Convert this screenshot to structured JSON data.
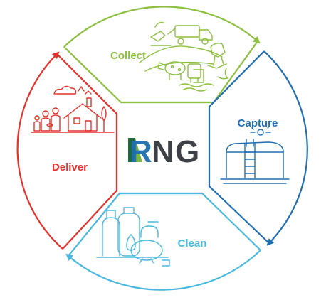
{
  "logo": {
    "letter_1": "R",
    "letter_2": "N",
    "letter_3": "G"
  },
  "stages": [
    {
      "label": "Collect",
      "color": "#8cbf3f"
    },
    {
      "label": "Capture",
      "color": "#1f6fb2"
    },
    {
      "label": "Clean",
      "color": "#4ab8e0"
    },
    {
      "label": "Deliver",
      "color": "#e4312b"
    }
  ],
  "colors": {
    "logo_dark_green": "#1e6b3a",
    "logo_light_green": "#7ab648",
    "logo_blue": "#1f6fb2",
    "logo_gray": "#3d4046"
  },
  "icons": [
    "landfill-truck-icon",
    "farm-animals-icon",
    "storage-tank-icon",
    "gas-processing-icon",
    "house-community-icon"
  ]
}
